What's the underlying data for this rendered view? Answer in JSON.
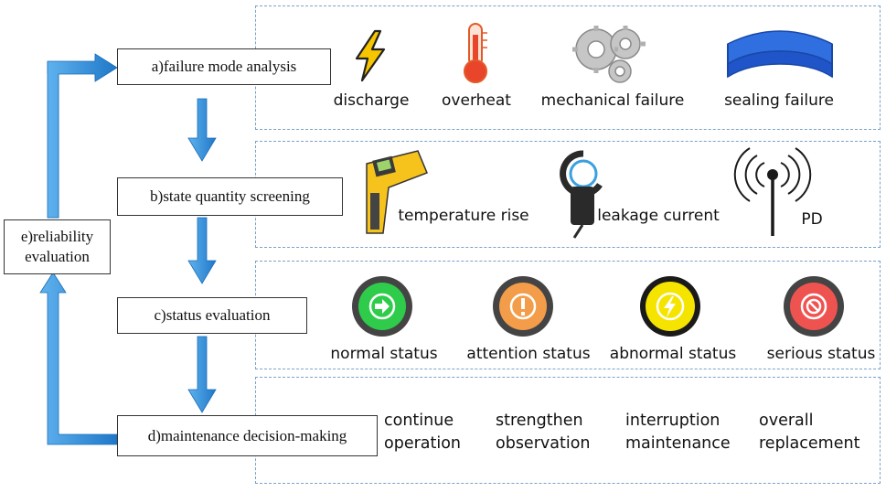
{
  "steps": {
    "a": "a)failure mode analysis",
    "b": "b)state quantity screening",
    "c": "c)status evaluation",
    "d": "d)maintenance decision-making",
    "e_line1": "e)reliability",
    "e_line2": "evaluation"
  },
  "failure_modes": [
    "discharge",
    "overheat",
    "mechanical failure",
    "sealing failure"
  ],
  "state_quantities": [
    "temperature rise",
    "leakage current",
    "PD"
  ],
  "statuses": [
    "normal status",
    "attention status",
    "abnormal status",
    "serious status"
  ],
  "decisions": [
    {
      "line1": "continue",
      "line2": "operation"
    },
    {
      "line1": "strengthen",
      "line2": "observation"
    },
    {
      "line1": "interruption",
      "line2": "maintenance"
    },
    {
      "line1": "overall",
      "line2": "replacement"
    }
  ],
  "colors": {
    "arrow": "#2f8fd8",
    "panel_border": "#7aa2c8",
    "normal": "#2ecc4a",
    "attention": "#f39c4a",
    "abnormal": "#f5e400",
    "serious": "#ef5350",
    "seal": "#1f5fd0"
  },
  "icons": [
    "lightning-icon",
    "thermometer-icon",
    "gears-icon",
    "seal-ring-icon",
    "infrared-thermometer-icon",
    "clamp-meter-icon",
    "antenna-icon",
    "arrow-right-icon",
    "exclamation-icon",
    "lightning-icon",
    "prohibited-icon"
  ]
}
